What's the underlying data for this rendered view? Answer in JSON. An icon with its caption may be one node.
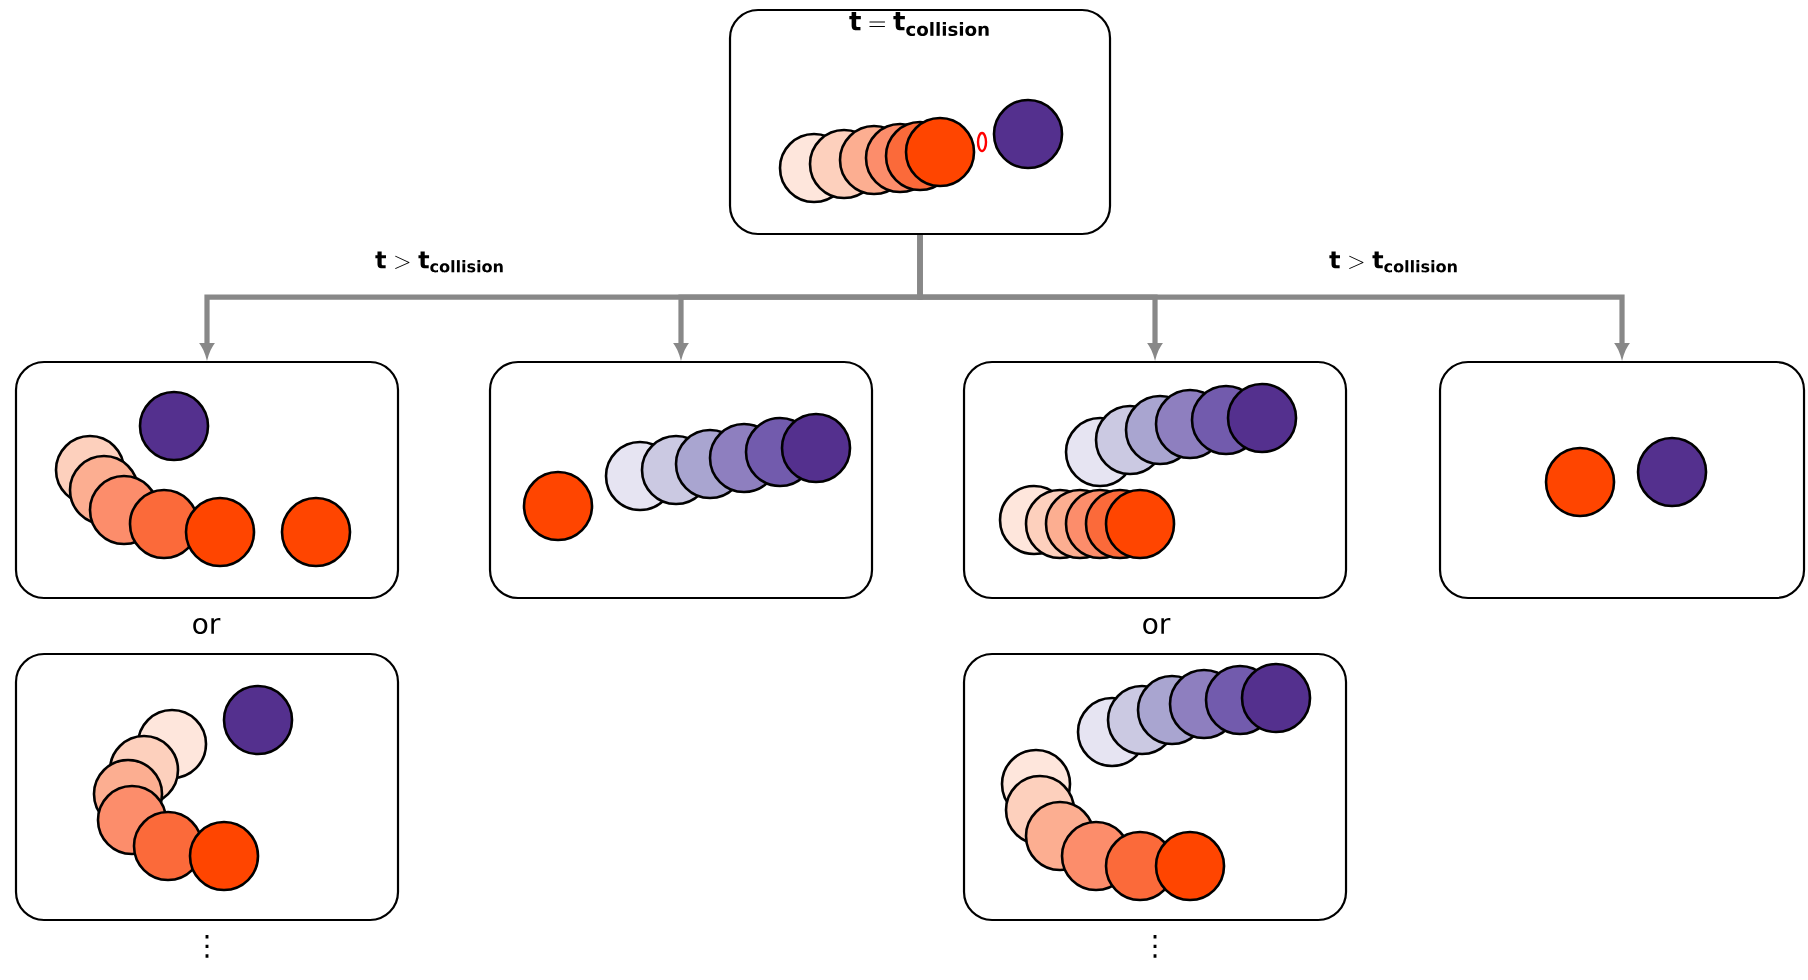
{
  "diagram": {
    "nodes": [
      {
        "text": [
          "\\mathbf{t = t_{collision}}"
        ]
      },
      {
        "text": [],
        "shape": "box"
      },
      {
        "text": [],
        "shape": "box"
      },
      {
        "text": [],
        "shape": "box"
      },
      {
        "text": [],
        "shape": "box"
      },
      {
        "text": [],
        "shape": "box",
        "beside": [
          "⋮"
        ]
      },
      {
        "text": [],
        "shape": "box",
        "beside": [
          "⋮"
        ]
      }
    ],
    "edges": [
      {
        "from": 0,
        "to": 1,
        "arrow": "to"
      },
      {
        "from": 0,
        "to": 2,
        "arrow": "to"
      },
      {
        "from": 0,
        "to": 3,
        "arrow": "to"
      },
      {
        "from": 0,
        "to": 4,
        "arrow": "to"
      }
    ],
    "labels": [
      "\\mathbf{t > t_{collision}}",
      "\\mathbf{t > t_{collision}}",
      "or",
      "or"
    ]
  }
}
